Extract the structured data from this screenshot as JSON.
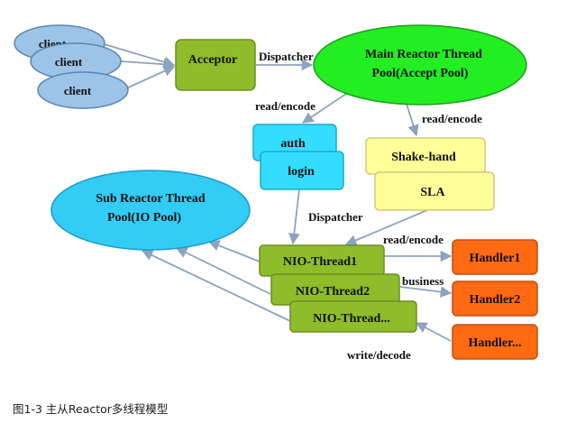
{
  "nodes": {
    "client1": "client",
    "client2": "client",
    "client3": "client",
    "acceptor": "Acceptor",
    "main_reactor_line1": "Main Reactor Thread",
    "main_reactor_line2": "Pool(Accept Pool)",
    "auth": "auth",
    "login": "login",
    "shake_hand": "Shake-hand",
    "sla": "SLA",
    "sub_reactor_line1": "Sub Reactor Thread",
    "sub_reactor_line2": "Pool(IO Pool)",
    "nio_thread1": "NIO-Thread1",
    "nio_thread2": "NIO-Thread2",
    "nio_thread3": "NIO-Thread...",
    "handler1": "Handler1",
    "handler2": "Handler2",
    "handler3": "Handler..."
  },
  "edges": {
    "dispatcher_top": "Dispatcher",
    "read_encode_left": "read/encode",
    "read_encode_right": "read/encode",
    "dispatcher_mid": "Dispatcher",
    "read_encode_handler": "read/encode",
    "business": "business",
    "write_decode": "write/decode"
  },
  "caption": "图1-3 主从Reactor多线程模型",
  "colors": {
    "client_fill": "#9dc3e6",
    "acceptor_fill": "#8fbc2b",
    "main_reactor_fill": "#22ee22",
    "cyan_fill": "#33ddff",
    "yellow_fill": "#ffff99",
    "sub_reactor_fill": "#33ccf5",
    "nio_fill": "#8fbc2b",
    "handler_fill": "#ff6a13",
    "arrow": "#8ea3bf"
  }
}
